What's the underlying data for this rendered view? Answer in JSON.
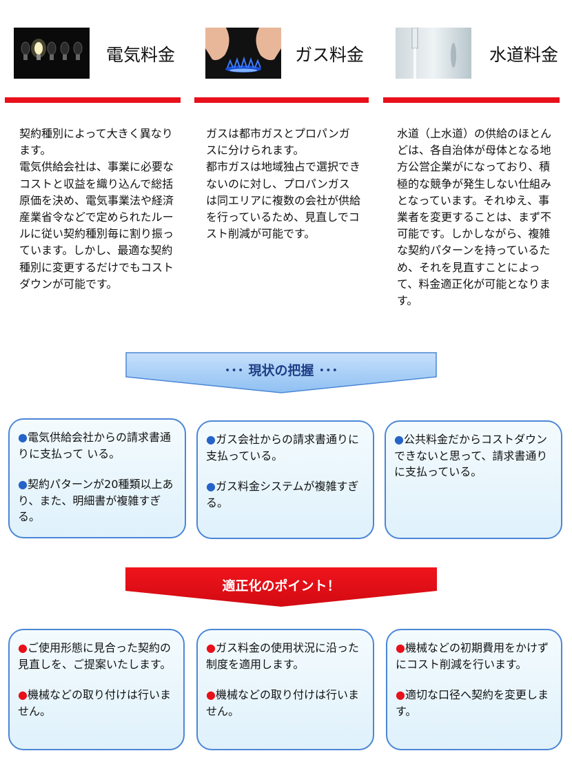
{
  "columns": [
    {
      "title": "電気料金",
      "icon": "light-bulbs-photo",
      "description": [
        "契約種別によって大きく異なります。",
        "電気供給会社は、事業に必要なコストと収益を織り込んで総括原価を決め、電気事業法や経済産業省令などで定められたルールに従い契約種別毎に割り振っています。しかし、最適な契約種別に変更するだけでもコストダウンが可能です。"
      ]
    },
    {
      "title": "ガス料金",
      "icon": "gas-flame-photo",
      "description": [
        "ガスは都市ガスとプロパンガスに分けられます。",
        "都市ガスは地域独占で選択できないのに対し、プロパンガスは同エリアに複数の会社が供給を行っているため、見直しでコスト削減が可能です。"
      ]
    },
    {
      "title": "水道料金",
      "icon": "water-faucet-photo",
      "description": [
        "水道（上水道）の供給のほとんどは、各自治体が母体となる地方公営企業がになっており、積極的な競争が発生しない仕組みとなっています。それゆえ、事業者を変更することは、まず不可能です。しかしながら、複雑な契約パターンを持っているため、それを見直すことによって、料金適正化が可能となります。"
      ]
    }
  ],
  "banner_current": {
    "label": "･･･ 現状の把握 ･･･",
    "color": "#a9d0f7"
  },
  "current_boxes": [
    {
      "bullet": "●",
      "items": [
        "電気供給会社からの請求書通りに支払って いる。",
        "契約パターンが20種類以上あり、また、明細書が複雑すぎる。"
      ]
    },
    {
      "bullet": "●",
      "items": [
        "ガス会社からの請求書通りに支払っている。",
        "ガス料金システムが複雑すぎる。"
      ]
    },
    {
      "bullet": "●",
      "items": [
        "公共料金だからコストダウンできないと思って、請求書通りに支払っている。"
      ]
    }
  ],
  "banner_points": {
    "label": "適正化のポイント！",
    "color": "#e8101a"
  },
  "point_boxes": [
    {
      "bullet": "●",
      "items": [
        "ご使用形態に見合った契約の見直しを、ご提案いたします。",
        "機械などの取り付けは行いません。"
      ]
    },
    {
      "bullet": "●",
      "items": [
        "ガス料金の使用状況に沿った制度を適用します。",
        "機械などの取り付けは行いません。"
      ]
    },
    {
      "bullet": "●",
      "items": [
        "機械などの初期費用をかけずにコスト削減を行います。",
        "適切な口径へ契約を変更します。"
      ]
    }
  ]
}
